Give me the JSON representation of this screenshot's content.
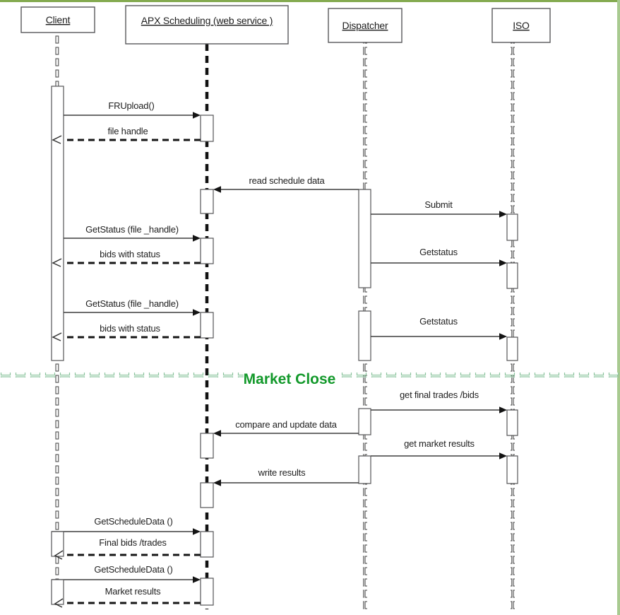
{
  "frame": {
    "top_border_color": "#84aa50",
    "right_border_color": "#a8ca90"
  },
  "actors": [
    {
      "id": "client",
      "label": "Client"
    },
    {
      "id": "apx-scheduling",
      "label": "APX Scheduling   (web service )"
    },
    {
      "id": "dispatcher",
      "label": "Dispatcher"
    },
    {
      "id": "iso",
      "label": "ISO"
    }
  ],
  "divider": {
    "label": "Market Close",
    "color": "#13992b"
  },
  "messages": [
    {
      "id": "fr-upload",
      "label": "FRUpload()",
      "from": "Client",
      "to": "APX Scheduling",
      "kind": "sync"
    },
    {
      "id": "file-handle",
      "label": "file handle",
      "from": "APX Scheduling",
      "to": "Client",
      "kind": "return"
    },
    {
      "id": "read-schedule-data",
      "label": "read schedule data",
      "from": "Dispatcher",
      "to": "APX Scheduling",
      "kind": "sync"
    },
    {
      "id": "submit",
      "label": "Submit",
      "from": "Dispatcher",
      "to": "ISO",
      "kind": "sync"
    },
    {
      "id": "get-status-1",
      "label": "GetStatus (file _handle)",
      "from": "Client",
      "to": "APX Scheduling",
      "kind": "sync"
    },
    {
      "id": "bids-with-status-1",
      "label": "bids with status",
      "from": "APX Scheduling",
      "to": "Client",
      "kind": "return"
    },
    {
      "id": "getstatus-1",
      "label": "Getstatus",
      "from": "Dispatcher",
      "to": "ISO",
      "kind": "sync"
    },
    {
      "id": "get-status-2",
      "label": "GetStatus (file _handle)",
      "from": "Client",
      "to": "APX Scheduling",
      "kind": "sync"
    },
    {
      "id": "bids-with-status-2",
      "label": "bids with status",
      "from": "APX Scheduling",
      "to": "Client",
      "kind": "return"
    },
    {
      "id": "getstatus-2",
      "label": "Getstatus",
      "from": "Dispatcher",
      "to": "ISO",
      "kind": "sync"
    },
    {
      "id": "get-final-trades",
      "label": "get final trades /bids",
      "from": "Dispatcher",
      "to": "ISO",
      "kind": "sync"
    },
    {
      "id": "compare-update",
      "label": "compare and update data",
      "from": "Dispatcher",
      "to": "APX Scheduling",
      "kind": "sync"
    },
    {
      "id": "get-market-results",
      "label": "get market results",
      "from": "Dispatcher",
      "to": "ISO",
      "kind": "sync"
    },
    {
      "id": "write-results",
      "label": "write results",
      "from": "Dispatcher",
      "to": "APX Scheduling",
      "kind": "sync"
    },
    {
      "id": "get-schedule-data-1",
      "label": "GetScheduleData ()",
      "from": "Client",
      "to": "APX Scheduling",
      "kind": "sync"
    },
    {
      "id": "final-bids-trades",
      "label": "Final bids /trades",
      "from": "APX Scheduling",
      "to": "Client",
      "kind": "return"
    },
    {
      "id": "get-schedule-data-2",
      "label": "GetScheduleData ()",
      "from": "Client",
      "to": "APX Scheduling",
      "kind": "sync"
    },
    {
      "id": "market-results",
      "label": "Market results",
      "from": "APX Scheduling",
      "to": "Client",
      "kind": "return"
    }
  ]
}
